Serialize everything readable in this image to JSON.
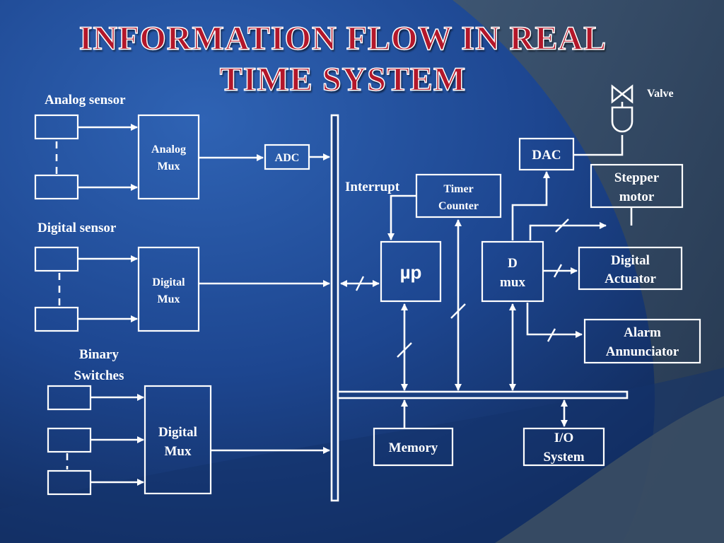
{
  "title": {
    "line1": "INFORMATION FLOW IN REAL",
    "line2": "TIME SYSTEM"
  },
  "colors": {
    "background": "#1a3f80",
    "title_fill": "#b3172a",
    "diagram_lines": "#ffffff"
  },
  "labels": {
    "analog_sensor": "Analog sensor",
    "analog_mux": [
      "Analog",
      "Mux"
    ],
    "adc": "ADC",
    "digital_sensor": "Digital sensor",
    "digital_mux_1": [
      "Digital",
      "Mux"
    ],
    "binary_switches": [
      "Binary",
      "Switches"
    ],
    "digital_mux_2": [
      "Digital",
      "Mux"
    ],
    "interrupt": "Interrupt",
    "timer_counter": [
      "Timer",
      "Counter"
    ],
    "up": "µp",
    "dac": "DAC",
    "valve": "Valve",
    "stepper_motor": [
      "Stepper",
      "motor"
    ],
    "d_mux": [
      "D",
      "mux"
    ],
    "digital_actuator": [
      "Digital",
      "Actuator"
    ],
    "alarm_annunciator": [
      "Alarm",
      "Annunciator"
    ],
    "memory": "Memory",
    "io_system": [
      "I/O",
      "System"
    ]
  }
}
